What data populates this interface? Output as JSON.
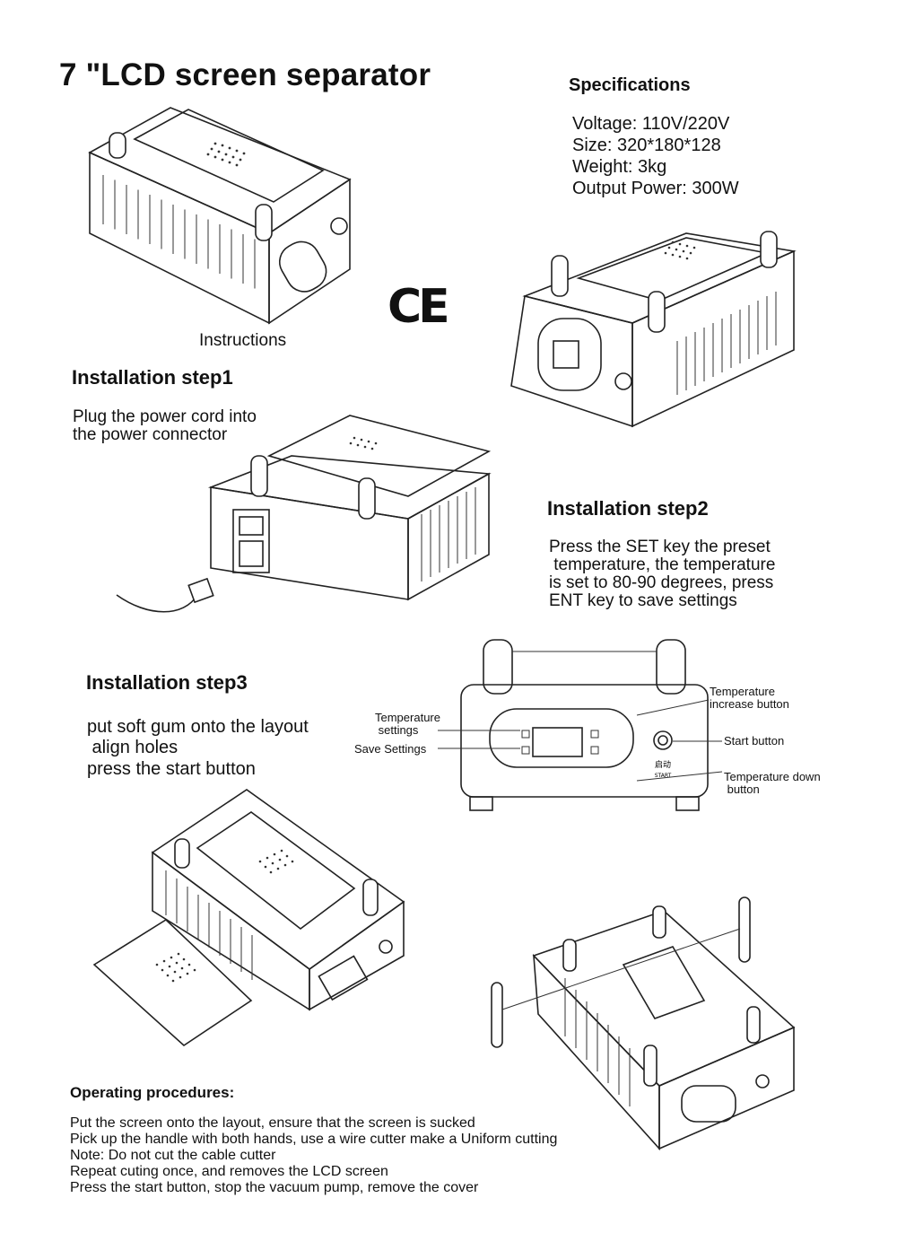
{
  "title": "7 \"LCD screen separator",
  "specifications": {
    "heading": "Specifications",
    "lines": [
      "Voltage: 110V/220V",
      "Size: 320*180*128",
      "Weight: 3kg",
      "Output Power: 300W"
    ]
  },
  "ce_mark": "CE",
  "instructions_label": "Instructions",
  "step1": {
    "heading": "Installation step1",
    "text": [
      "Plug the power cord into",
      "the power connector"
    ]
  },
  "step2": {
    "heading": "Installation step2",
    "text": [
      "Press the SET key the preset",
      " temperature, the temperature",
      "is set to 80-90 degrees, press",
      "ENT key to save settings"
    ]
  },
  "step3": {
    "heading": "Installation step3",
    "text": [
      "put soft gum onto the layout",
      " align holes",
      "press the start button"
    ]
  },
  "panel": {
    "temperature_settings": "Temperature\n settings",
    "save_settings": "Save Settings",
    "temperature_increase": "Temperature\nincrease button",
    "start_button": "Start button",
    "temperature_down": "Temperature down\n button",
    "start_cn": "启动",
    "start_en": "START"
  },
  "operating": {
    "heading": "Operating procedures:",
    "lines": [
      "Put the screen onto the layout, ensure that the screen is sucked",
      "Pick up the handle with both hands, use a wire cutter make a Uniform cutting",
      "Note: Do not cut the cable cutter",
      "Repeat cuting once, and removes the LCD screen",
      "Press the start button, stop the vacuum pump, remove the cover"
    ]
  }
}
